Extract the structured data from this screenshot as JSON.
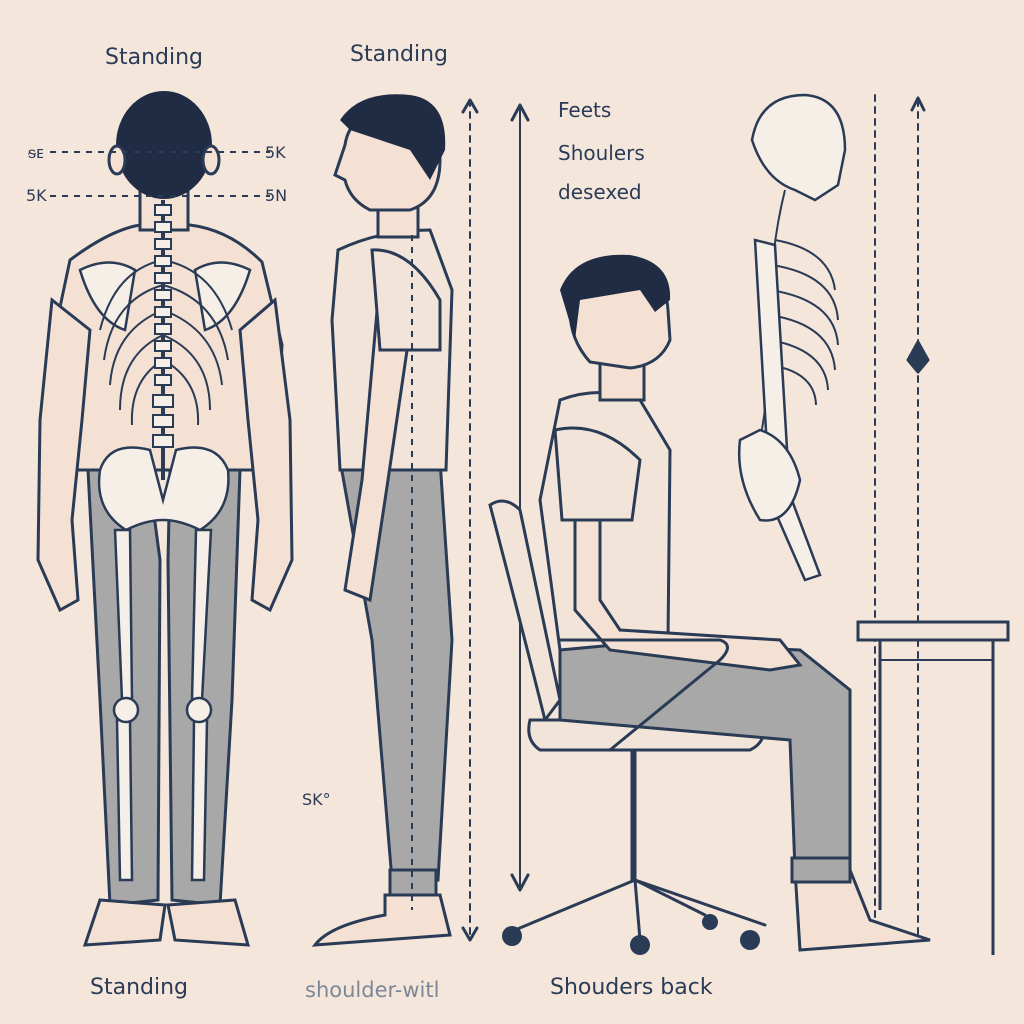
{
  "labels": {
    "top_left": "Standing",
    "top_middle": "Standing",
    "note_line1": "Feets",
    "note_line2": "Shoulers",
    "note_line3": "desexed",
    "mark_tl_left": "ᵴᴇ",
    "mark_tl_right": "5K",
    "mark_bl_left": "5K",
    "mark_bl_right": "5N",
    "angle_mark": "SK°",
    "bottom_left": "Standing",
    "bottom_middle": "shoulder-witl",
    "bottom_right": "Shouders back"
  },
  "colors": {
    "background": "#f5e6dc",
    "ink": "#2a3b55",
    "pants": "#a9a9a9",
    "shirt": "#f3e4da",
    "skin": "#f4e1d4",
    "hair": "#1f2c44"
  }
}
